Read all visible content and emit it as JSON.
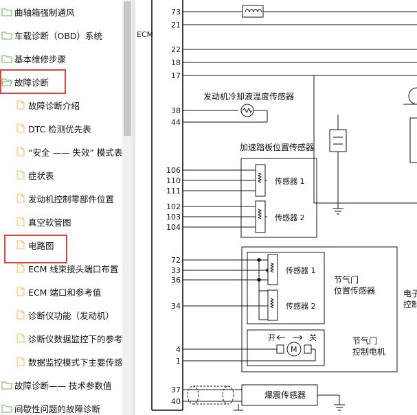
{
  "sidebar": {
    "items": [
      {
        "label": "曲轴箱强制通风",
        "icon": "folder-icon",
        "level": 1
      },
      {
        "label": "车载诊断（OBD）系统",
        "icon": "folder-icon",
        "level": 1
      },
      {
        "label": "基本维修步骤",
        "icon": "folder-icon",
        "level": 1
      },
      {
        "label": "故障诊断",
        "icon": "folder-open-icon",
        "level": 1
      },
      {
        "label": "故障诊断介绍",
        "icon": "document-icon",
        "level": 2
      },
      {
        "label": "DTC 检测优先表",
        "icon": "document-icon",
        "level": 2
      },
      {
        "label": "“安全 —— 失效” 模式表",
        "icon": "document-icon",
        "level": 2
      },
      {
        "label": "症状表",
        "icon": "document-icon",
        "level": 2
      },
      {
        "label": "发动机控制零部件位置",
        "icon": "document-icon",
        "level": 2
      },
      {
        "label": "真空软管图",
        "icon": "document-icon",
        "level": 2
      },
      {
        "label": "电路图",
        "icon": "document-icon",
        "level": 2
      },
      {
        "label": "ECM 线束接头端口布置",
        "icon": "document-icon",
        "level": 2
      },
      {
        "label": "ECM 端口和参考值",
        "icon": "document-icon",
        "level": 2
      },
      {
        "label": "诊断仪功能（发动机）",
        "icon": "document-icon",
        "level": 2
      },
      {
        "label": "诊断仪数据监控下的参考",
        "icon": "document-icon",
        "level": 2
      },
      {
        "label": "数据监控模式下主要传感",
        "icon": "document-icon",
        "level": 2
      },
      {
        "label": "故障诊断—— 技术参数值",
        "icon": "folder-icon",
        "level": 1
      },
      {
        "label": "间歇性问题的故障诊断",
        "icon": "folder-icon",
        "level": 1
      }
    ]
  },
  "diagram": {
    "ecm_label": "ECM",
    "pins_top": [
      "73",
      "21",
      "22",
      "18",
      "17"
    ],
    "coolant_sensor": {
      "title": "发动机冷却液温度传感器",
      "pins": [
        "38",
        "44"
      ]
    },
    "accel_sensor": {
      "title": "加速踏板位置传感器",
      "pins_a": [
        "106",
        "110",
        "111"
      ],
      "pins_b": [
        "102",
        "103",
        "104"
      ],
      "sensor1": "传感器 1",
      "sensor2": "传感器 2"
    },
    "throttle_sensor": {
      "pins": [
        "72",
        "33",
        "36",
        "34"
      ],
      "sensor1": "传感器 1",
      "sensor2": "传感器 2",
      "title_line1": "节气门",
      "title_line2": "位置传感器"
    },
    "motor": {
      "pins": [
        "4",
        "1"
      ],
      "open": "开",
      "close": "关",
      "title_line1": "节气门",
      "title_line2": "控制电机"
    },
    "right_label_line1": "电子",
    "right_label_line2": "控制",
    "knock_sensor": {
      "pins": [
        "37",
        "40"
      ],
      "label": "爆震传感器"
    }
  },
  "colors": {
    "highlight": "#e0443a",
    "folder": "#8cc07b",
    "document": "#f0c470"
  }
}
